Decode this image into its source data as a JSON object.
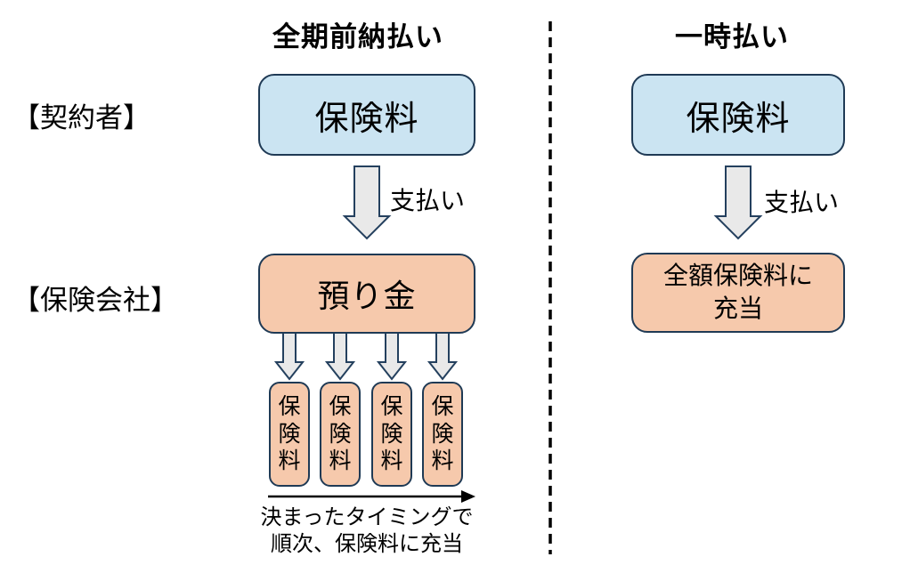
{
  "headers": {
    "left": "全期前納払い",
    "right": "一時払い"
  },
  "row_labels": {
    "contractor": "【契約者】",
    "insurer": "【保険会社】"
  },
  "left_flow": {
    "premium_box": "保険料",
    "payment_label": "支払い",
    "deposit_box": "預り金",
    "installments": [
      "保険料",
      "保険料",
      "保険料",
      "保険料"
    ],
    "caption_line1": "決まったタイミングで",
    "caption_line2": "順次、保険料に充当"
  },
  "right_flow": {
    "premium_box": "保険料",
    "payment_label": "支払い",
    "allocation_line1": "全額保険料に",
    "allocation_line2": "充当"
  },
  "icons": {
    "down_arrow": "block-down-arrow",
    "timeline_arrow": "right-arrow",
    "divider": "vertical-dashed-line"
  },
  "colors": {
    "premium_fill": "#cbe4f2",
    "deposit_fill": "#f6c9ac",
    "box_border": "#1f3a55",
    "arrow_fill": "#e9e9e9",
    "arrow_border": "#24405e",
    "text": "#000000",
    "background": "#ffffff"
  }
}
